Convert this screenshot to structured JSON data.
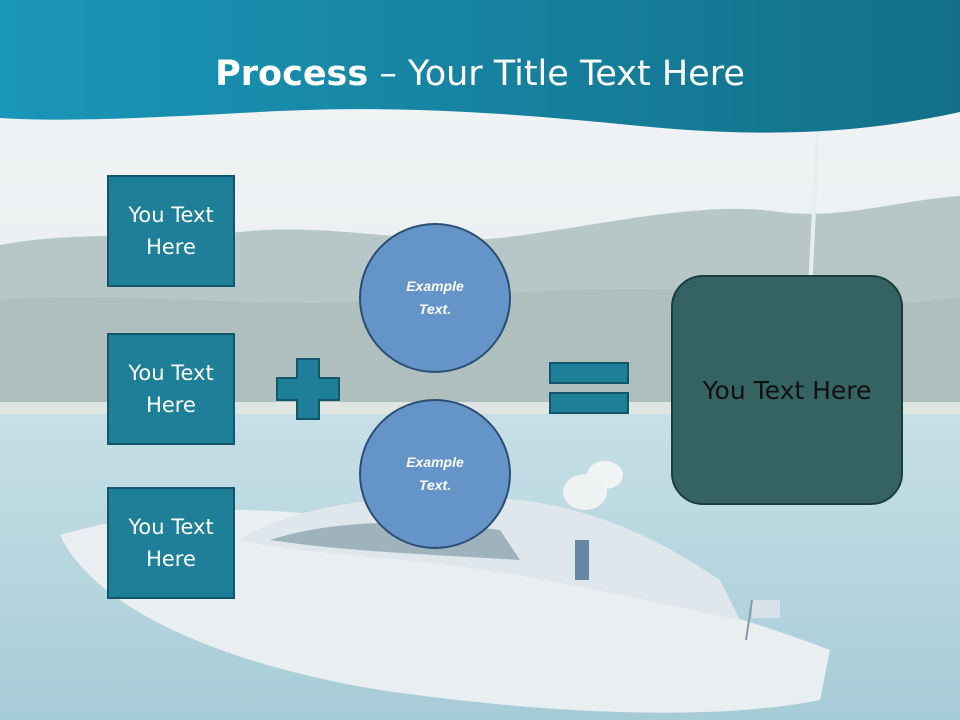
{
  "slide": {
    "title_bold": "Process",
    "title_rest": " – Your Title Text Here",
    "left_boxes": [
      "You Text Here",
      "You Text Here",
      "You Text Here"
    ],
    "circles": [
      "Example Text.",
      "Example Text."
    ],
    "result_text": "You Text Here"
  },
  "colors": {
    "header": "#1a7f9a",
    "box_fill": "#1e7f98",
    "circle_fill": "#6594c8",
    "result_fill": "#356363",
    "operator": "#1e7f98"
  },
  "icons": [
    "plus-icon",
    "equals-icon"
  ]
}
